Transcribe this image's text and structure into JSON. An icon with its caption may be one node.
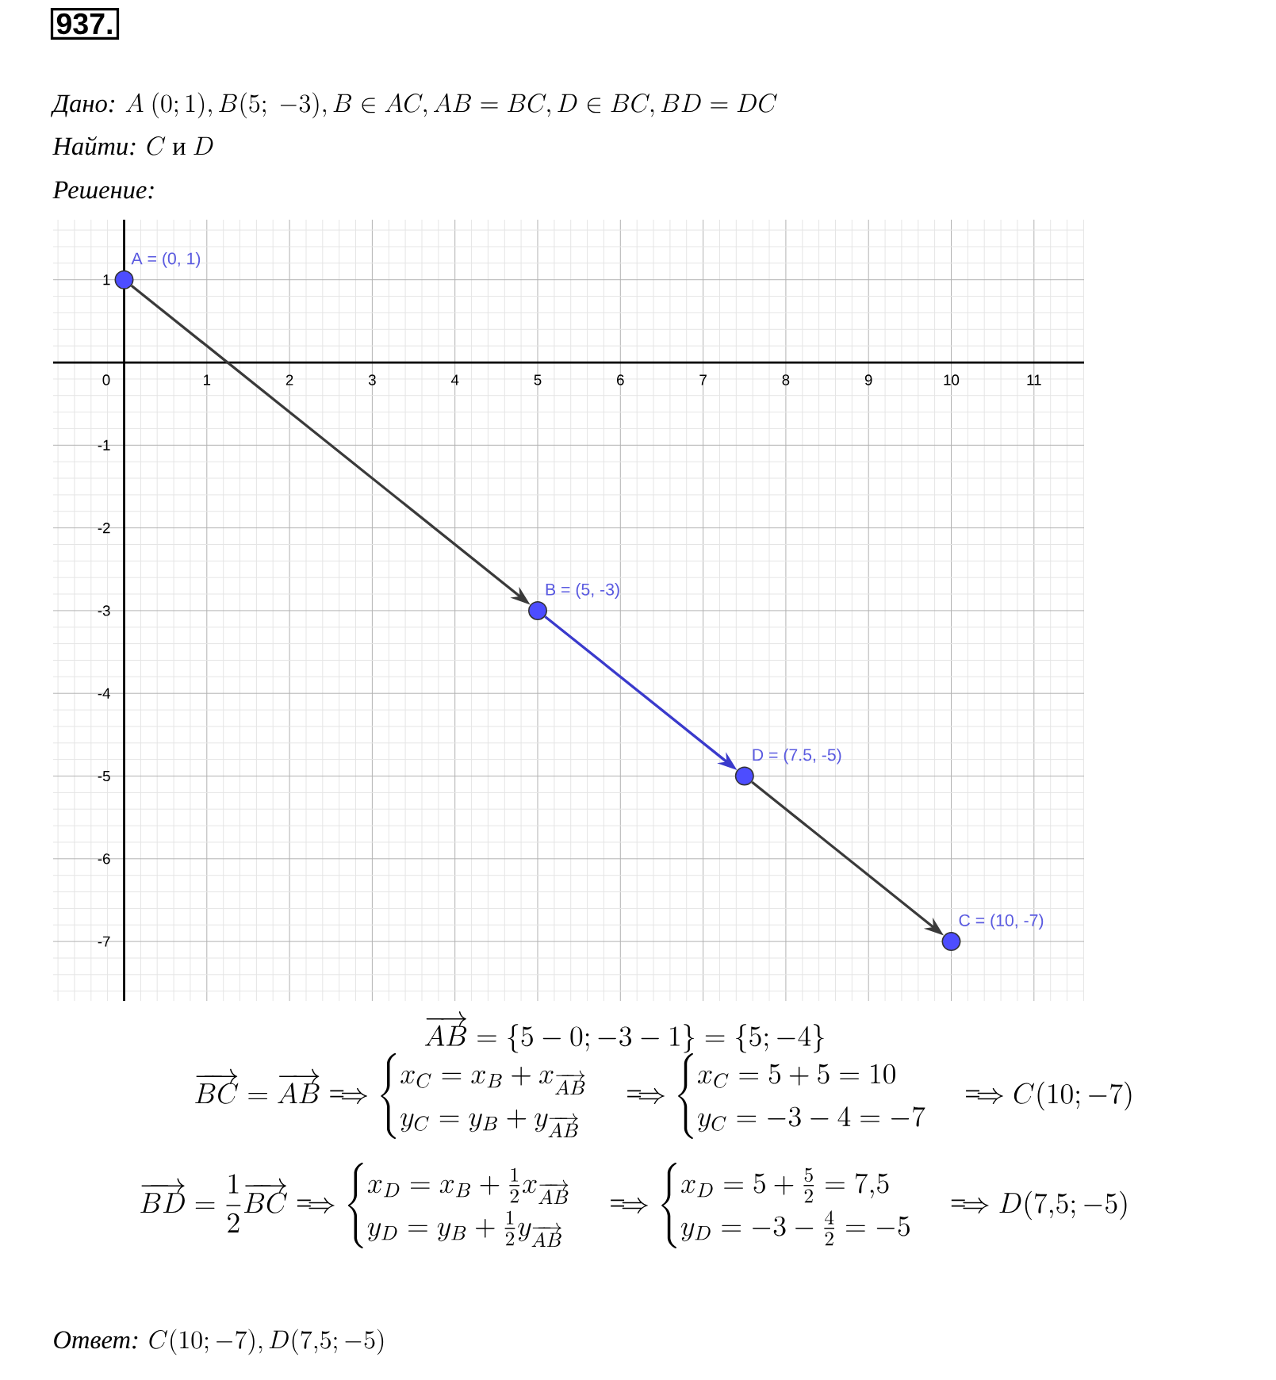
{
  "diagram": {
    "title": "937.",
    "nodes": [
      {
        "text": [],
        "shape": "circle",
        "beside": [
          "A = (0, 1)"
        ]
      },
      {
        "text": [],
        "shape": "circle",
        "beside": [
          "B = (5, -3)"
        ]
      },
      {
        "text": [],
        "shape": "circle",
        "beside": [
          "D = (7.5, -5)"
        ]
      },
      {
        "text": [],
        "shape": "circle",
        "beside": [
          "C = (10, -7)"
        ]
      }
    ],
    "edges": [
      {
        "from": 0,
        "to": 1,
        "arrow": "to"
      },
      {
        "from": 1,
        "to": 2,
        "arrow": "to",
        "color": "#3a3acc"
      },
      {
        "from": 2,
        "to": 3,
        "arrow": "to"
      }
    ],
    "labels": [
      "Дано:",
      "A\\ (0;1), B(5;\\ -3), B\\in AC, AB=BC, D\\in BC, BD=DC",
      "Найти:",
      "C \\text{ и } D",
      "Решение:",
      "1",
      "0",
      "1",
      "2",
      "3",
      "4",
      "5",
      "6",
      "7",
      "8",
      "9",
      "10",
      "11",
      "-1",
      "-2",
      "-3",
      "-4",
      "-5",
      "-6",
      "-7",
      "\\overrightarrow{AB}=\\{5-0;-3-1\\}=\\{5;-4\\}",
      "\\overrightarrow{BC}=\\overrightarrow{AB}\\Longrightarrow\\begin{cases}x_C=x_B+x_{\\overrightarrow{AB}}\\\\y_C=y_B+y_{\\overrightarrow{AB}}\\end{cases}\\Longrightarrow\\begin{cases}x_C=5+5=10\\\\y_C=-3-4=-7\\end{cases}\\Longrightarrow C(10;-7)",
      "\\overrightarrow{BD}=\\frac{1}{2}\\overrightarrow{BC}\\Longrightarrow\\begin{cases}x_D=x_B+\\frac{1}{2}x_{\\overrightarrow{AB}}\\\\y_D=y_B+\\frac{1}{2}y_{\\overrightarrow{AB}}\\end{cases}\\Longrightarrow\\begin{cases}x_D=5+\\frac{5}{2}=7{,}5\\\\y_D=-3-\\frac{4}{2}=-5\\end{cases}\\Longrightarrow D(7{,}5;-5)",
      "Ответ:",
      "C(10;-7), D(7{,}5;-5)"
    ]
  }
}
